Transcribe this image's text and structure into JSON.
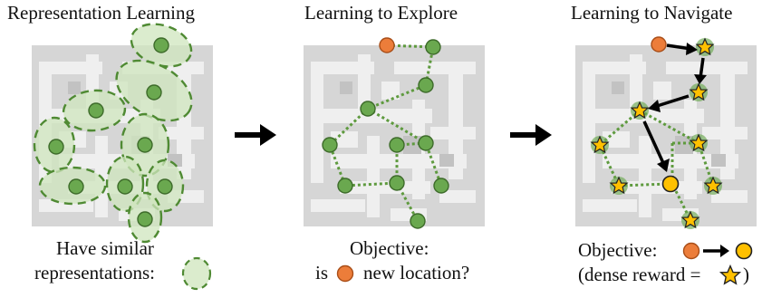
{
  "panels": [
    {
      "title": "Representation Learning",
      "caption": {
        "line1": "Have similar",
        "line2": "representations:"
      }
    },
    {
      "title": "Learning to Explore",
      "caption": {
        "line1": "Objective:",
        "line2_prefix": "is",
        "line2_suffix": "new location?"
      }
    },
    {
      "title": "Learning to Navigate",
      "caption": {
        "line1_prefix": "Objective:",
        "line2_prefix": "(dense reward =",
        "line2_suffix": ")"
      }
    }
  ],
  "colors": {
    "node_green": "#6aa84f",
    "node_outline": "#3d6b2a",
    "edge_green": "#5e9a3e",
    "start_orange": "#ec7d3a",
    "goal_yellow": "#ffc000",
    "star_fill": "#ffc000",
    "map_bg": "#d6d6d6",
    "map_floor": "#efefef",
    "halo": "#dbeccd"
  }
}
